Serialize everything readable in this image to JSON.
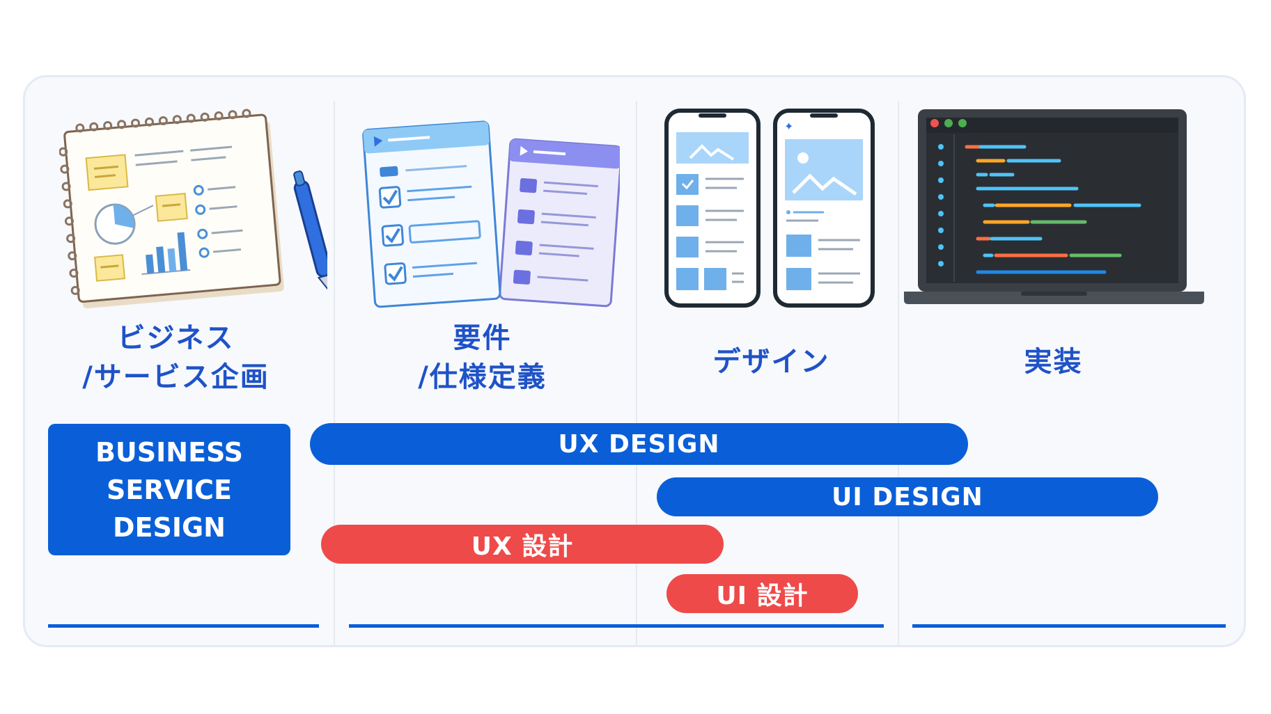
{
  "stages": [
    {
      "id": "business",
      "label": "ビジネス\n/サービス企画"
    },
    {
      "id": "requirements",
      "label": "要件\n/仕様定義"
    },
    {
      "id": "design",
      "label": "デザイン"
    },
    {
      "id": "implementation",
      "label": "実装"
    }
  ],
  "business_box": {
    "label": "BUSINESS\nSERVICE\nDESIGN"
  },
  "bars": {
    "ux_design": "UX DESIGN",
    "ui_design": "UI DESIGN",
    "ux_sekkei": "UX 設計",
    "ui_sekkei": "UI 設計"
  },
  "colors": {
    "primary_blue": "#0a5fd8",
    "accent_red": "#ee4a4a",
    "title_blue": "#1f52c7"
  },
  "icons": [
    "notebook-icon",
    "pen-icon",
    "checklist-documents-icon",
    "smartphone-wireframes-icon",
    "laptop-code-icon"
  ]
}
